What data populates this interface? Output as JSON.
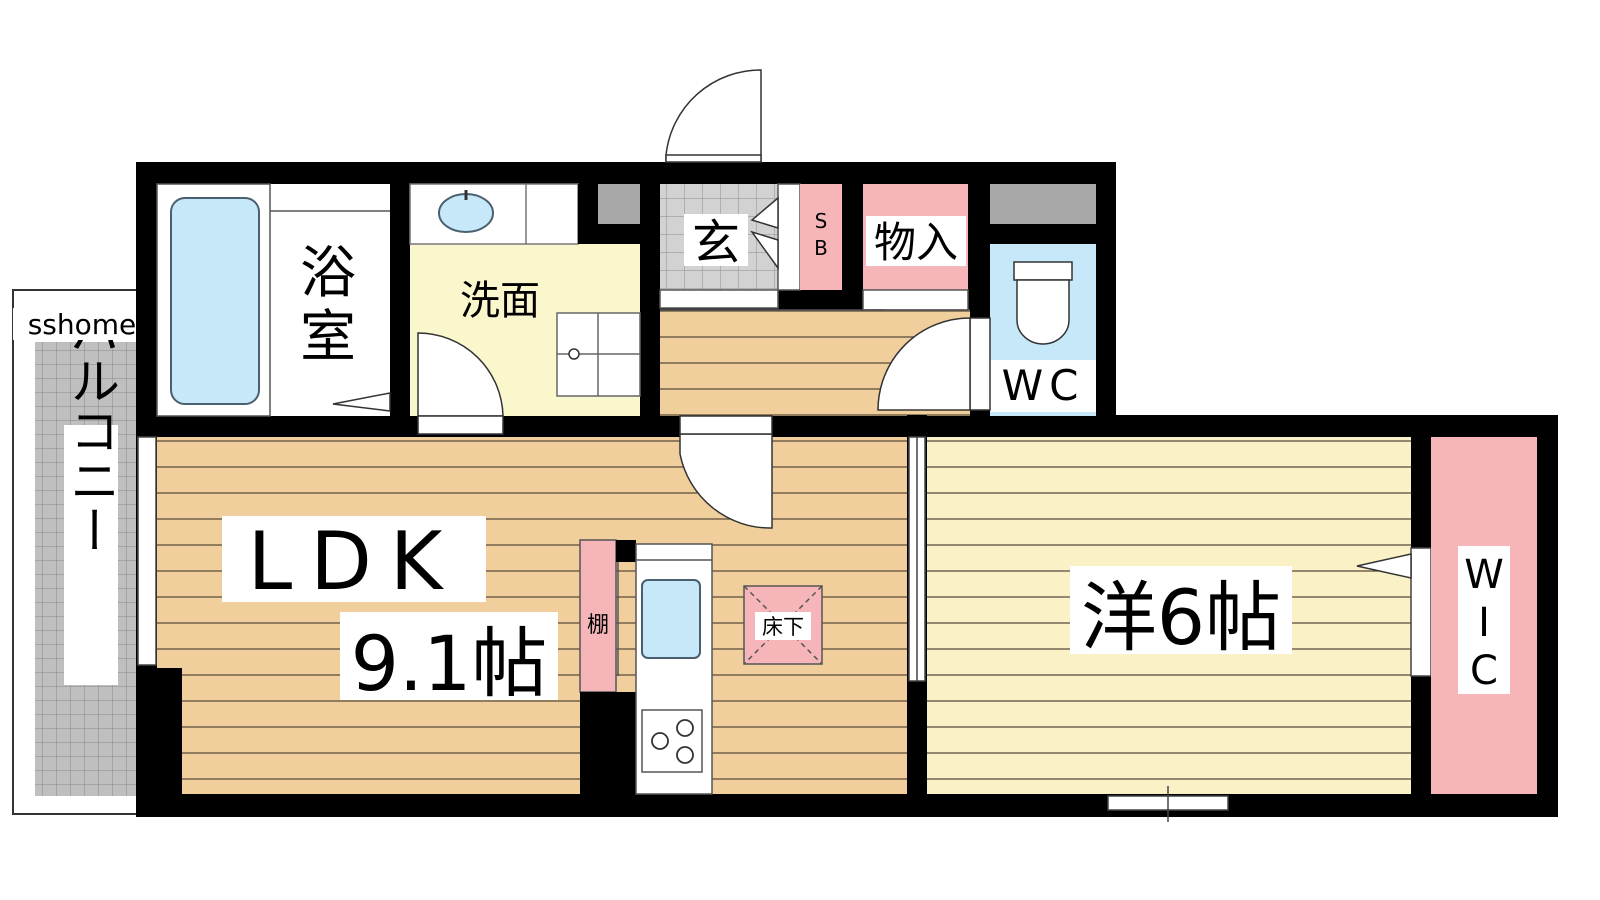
{
  "watermark": "sshome",
  "rooms": {
    "bath": {
      "line1": "浴",
      "line2": "室"
    },
    "washroom": "洗面",
    "entrance": "玄",
    "shoe_box": {
      "line1": "S",
      "line2": "B"
    },
    "storage": "物入",
    "toilet": "WC",
    "ldk": {
      "name": "LDK",
      "size": "9.1帖"
    },
    "shelf": "棚",
    "underfloor": "床下",
    "western": "洋6帖",
    "walk_in_closet": {
      "line1": "W",
      "line2": "I",
      "line3": "C"
    },
    "balcony": "バルコニー"
  },
  "colors": {
    "wall": "#000000",
    "wood_floor": "#f0cf9c",
    "wood_lines": "#5a4a3a",
    "western_floor": "#fbf1c6",
    "washroom_floor": "#fbf7cc",
    "storage_pink": "#f6b5b8",
    "fixture_blue": "#c6e8f8",
    "fixture_edge": "#4a6070",
    "entrance_tile": "#c8c8c8",
    "balcony_tile": "#bfbfbf",
    "gray_panel": "#a8a8a8"
  }
}
